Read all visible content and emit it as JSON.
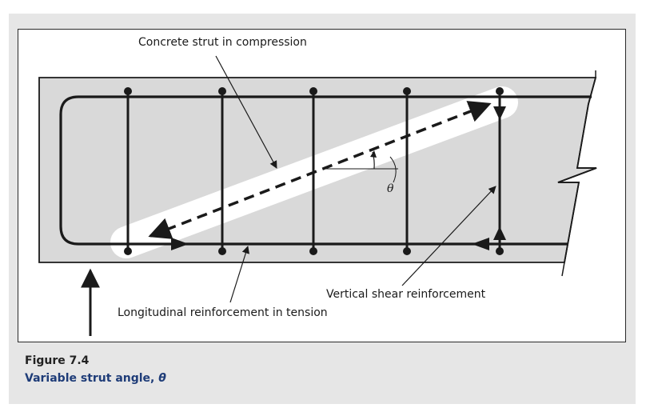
{
  "labels": {
    "strut": "Concrete strut in compression",
    "shear": "Vertical shear reinforcement",
    "longitudinal": "Longitudinal reinforcement in tension",
    "theta": "θ"
  },
  "caption": {
    "number": "Figure 7.4",
    "title": "Variable strut angle, ",
    "title_symbol": "θ"
  },
  "colors": {
    "panel": "#e6e6e6",
    "beam": "#d9d9d9",
    "caption_title": "#1e3c78"
  }
}
